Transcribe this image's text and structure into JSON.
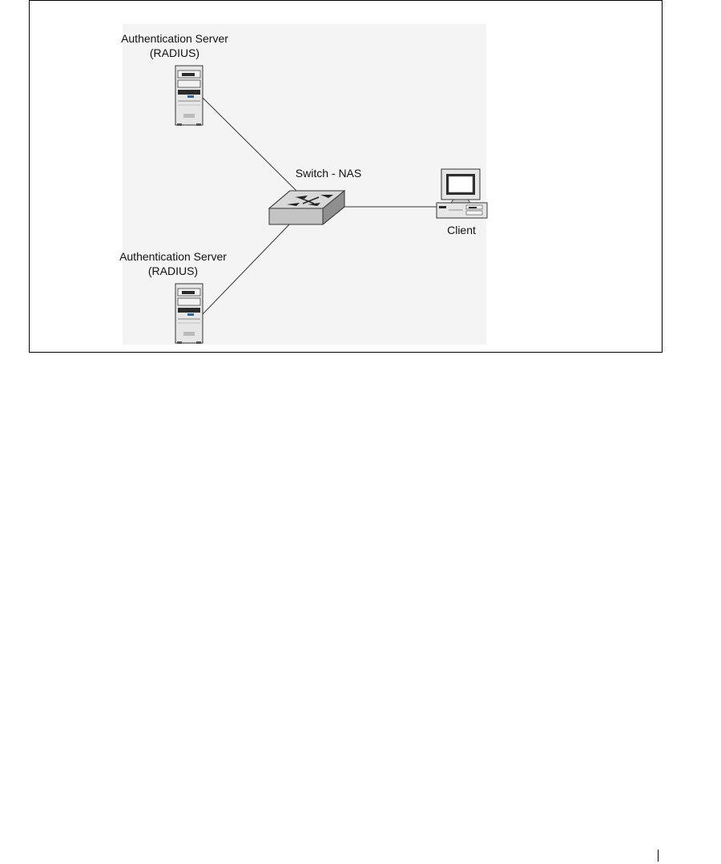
{
  "nodes": {
    "server_top": {
      "line1": "Authentication Server",
      "line2": "(RADIUS)",
      "icon": "server-tower-icon"
    },
    "server_bottom": {
      "line1": "Authentication Server",
      "line2": "(RADIUS)",
      "icon": "server-tower-icon"
    },
    "switch": {
      "label": "Switch - NAS",
      "icon": "network-switch-icon"
    },
    "client": {
      "label": "Client",
      "icon": "desktop-computer-icon"
    }
  },
  "colors": {
    "line": "#333333",
    "device_light": "#e6e6e6",
    "device_dark": "#2a2a2a",
    "switch_top": "#d8d8d8",
    "switch_side": "#a9a9a9"
  }
}
